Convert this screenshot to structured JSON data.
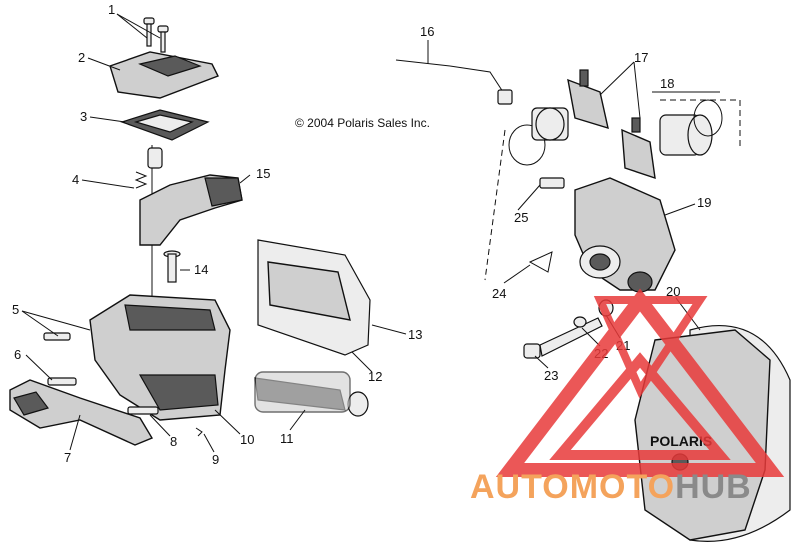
{
  "copyright": "© 2004 Polaris Sales Inc.",
  "brand_on_part": "POLARIS",
  "watermark": {
    "text_part1": "AUTOMOTO",
    "text_part2": "HUB",
    "color_primary": "#f4a35c",
    "color_secondary": "#8a8a8a",
    "logo_color": "#e83a3a"
  },
  "callouts": [
    "1",
    "2",
    "3",
    "4",
    "5",
    "6",
    "7",
    "8",
    "9",
    "10",
    "11",
    "12",
    "13",
    "14",
    "15",
    "16",
    "17",
    "18",
    "19",
    "20",
    "21",
    "22",
    "23",
    "24",
    "25"
  ]
}
